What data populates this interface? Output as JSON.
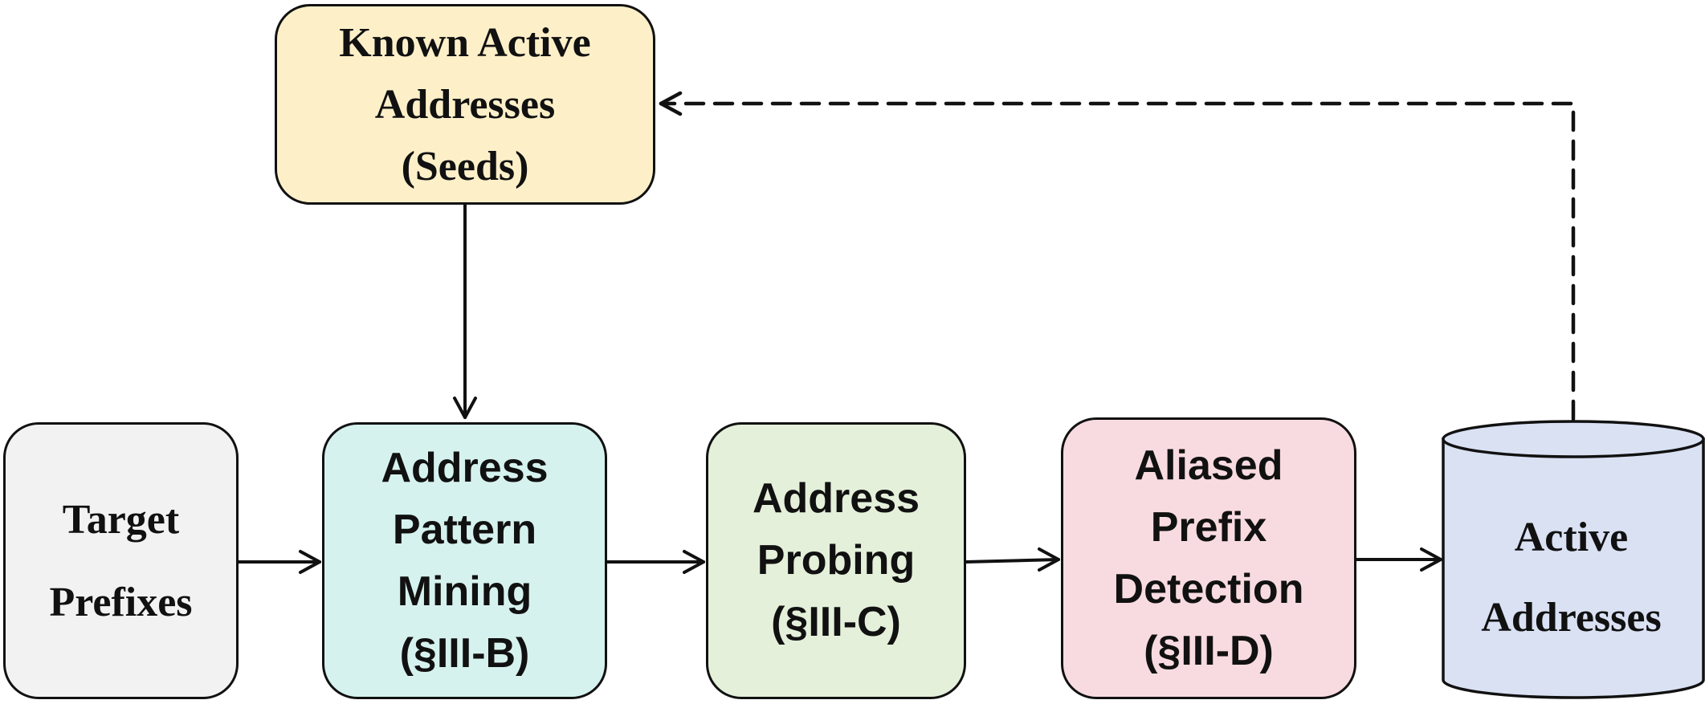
{
  "colors": {
    "seeds": "#fdf0c9",
    "target": "#f2f2f2",
    "mining": "#d6f2ee",
    "probing": "#e4f0da",
    "alias": "#f8dbe0",
    "active": "#d9e1f3",
    "stroke": "#111111"
  },
  "nodes": {
    "seeds": {
      "lines": [
        "Known Active",
        "Addresses",
        "(Seeds)"
      ]
    },
    "target": {
      "lines": [
        "Target",
        "Prefixes"
      ]
    },
    "mining": {
      "lines": [
        "Address",
        "Pattern",
        "Mining",
        "(§III-B)"
      ]
    },
    "probing": {
      "lines": [
        "Address",
        "Probing",
        "(§III-C)"
      ]
    },
    "alias": {
      "lines": [
        "Aliased",
        "Prefix",
        "Detection",
        "(§III-D)"
      ]
    },
    "active": {
      "lines": [
        "Active",
        "Addresses"
      ]
    }
  }
}
